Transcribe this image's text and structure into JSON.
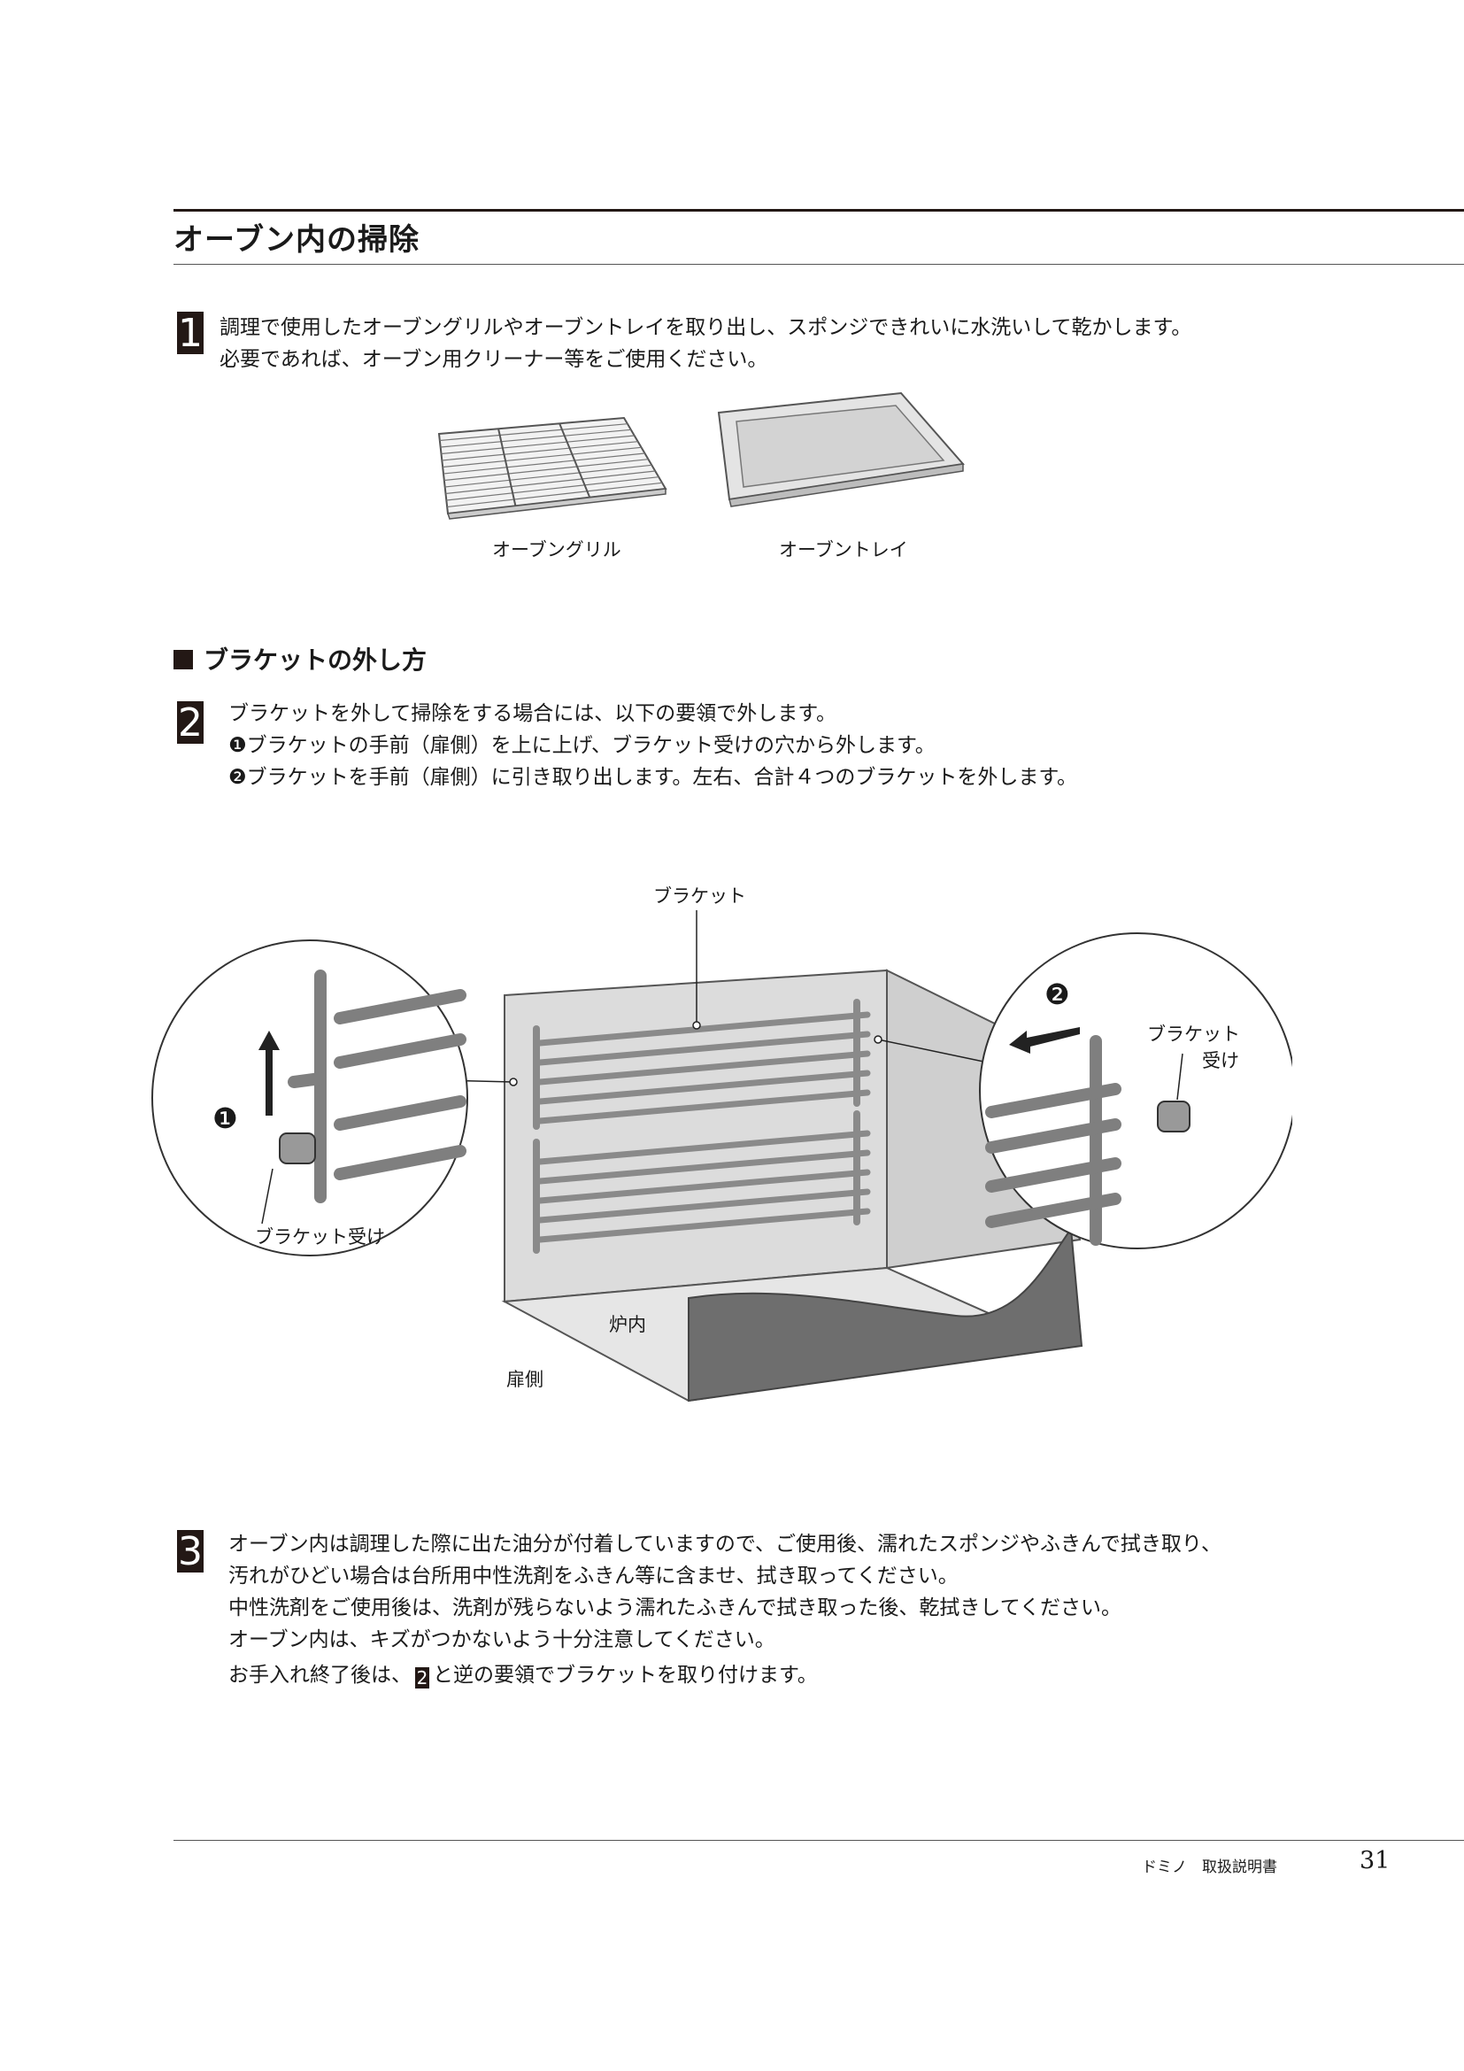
{
  "section_title": "オーブン内の掃除",
  "step1": {
    "num": "1",
    "lines": [
      "調理で使用したオーブングリルやオーブントレイを取り出し、スポンジできれいに水洗いして乾かします。",
      "必要であれば、オーブン用クリーナー等をご使用ください。"
    ],
    "captions": {
      "grill": "オーブングリル",
      "tray": "オーブントレイ"
    }
  },
  "subsection_title": "ブラケットの外し方",
  "step2": {
    "num": "2",
    "lines": [
      "ブラケットを外して掃除をする場合には、以下の要領で外します。",
      "❶ブラケットの手前（扉側）を上に上げ、ブラケット受けの穴から外します。",
      "❷ブラケットを手前（扉側）に引き取り出します。左右、合計４つのブラケットを外します。"
    ]
  },
  "diagram": {
    "bracket_label": "ブラケット",
    "left_receiver_label": "ブラケット受け",
    "right_receiver_label_1": "ブラケット",
    "right_receiver_label_2": "受け",
    "marker_1": "❶",
    "marker_2": "❷",
    "inside_label": "炉内",
    "door_side_label": "扉側"
  },
  "step3": {
    "num": "3",
    "lines": [
      "オーブン内は調理した際に出た油分が付着していますので、ご使用後、濡れたスポンジやふきんで拭き取り、",
      "汚れがひどい場合は台所用中性洗剤をふきん等に含ませ、拭き取ってください。",
      "中性洗剤をご使用後は、洗剤が残らないよう濡れたふきんで拭き取った後、乾拭きしてください。",
      "オーブン内は、キズがつかないよう十分注意してください。"
    ],
    "last_prefix": "お手入れ終了後は、",
    "last_ref": "2",
    "last_suffix": "と逆の要領でブラケットを取り付けます。"
  },
  "footer": {
    "manual": "ドミノ　取扱説明書",
    "page": "31"
  },
  "colors": {
    "ink": "#231815",
    "panel": "#d9d9d9",
    "floor": "#6e6e6e",
    "rod": "#8a8a8a"
  }
}
